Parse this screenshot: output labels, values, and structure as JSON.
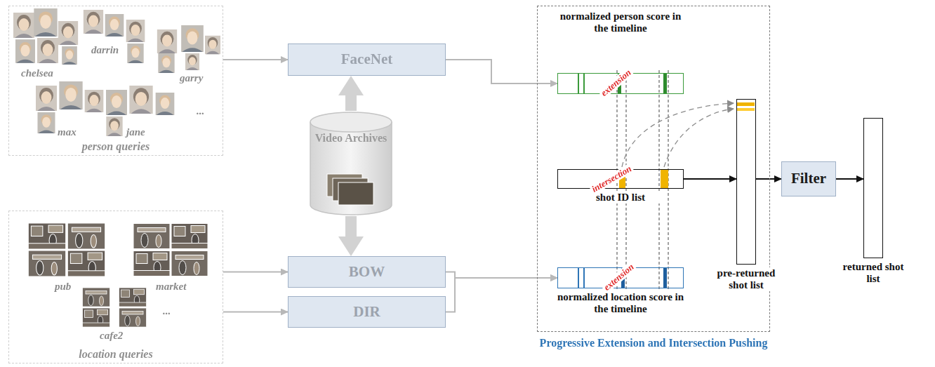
{
  "diagram": {
    "nodes": [
      {
        "text": [
          "person queries"
        ]
      },
      {
        "text": [
          "location queries"
        ]
      },
      {
        "text": [
          "FaceNet"
        ]
      },
      {
        "text": [
          "Video Archives"
        ]
      },
      {
        "text": [
          "BOW"
        ]
      },
      {
        "text": [
          "DIR"
        ]
      },
      {
        "text": [
          "Progressive Extension and Intersection Pushing"
        ]
      },
      {
        "text": [
          "normalized person score in the timeline"
        ],
        "in": 6
      },
      {
        "text": [
          "shot ID list"
        ],
        "in": 6
      },
      {
        "text": [
          "normalized location score in the timeline"
        ],
        "in": 6
      },
      {
        "text": [
          "pre-returned shot list"
        ],
        "in": 6
      },
      {
        "text": [
          "Filter"
        ]
      },
      {
        "text": [
          "returned shot list"
        ]
      }
    ],
    "edges": [
      {
        "from": 0,
        "to": 2,
        "arrow": "to"
      },
      {
        "from": 1,
        "to": 4,
        "arrow": "to"
      },
      {
        "from": 1,
        "to": 5,
        "arrow": "to"
      },
      {
        "from": 3,
        "to": 2,
        "arrow": "to"
      },
      {
        "from": 3,
        "to": 4,
        "arrow": "to"
      },
      {
        "from": 2,
        "to": 7,
        "arrow": "to"
      },
      {
        "from": 4,
        "to": 9,
        "arrow": "to"
      },
      {
        "from": 5,
        "to": 9,
        "arrow": "to"
      },
      {
        "from": 8,
        "to": 10,
        "arrow": "to"
      },
      {
        "from": 10,
        "to": 11,
        "arrow": "to"
      },
      {
        "from": 11,
        "to": 12,
        "arrow": "to"
      }
    ],
    "labels": [
      "chelsea",
      "darrin",
      "garry",
      "max",
      "jane",
      "...",
      "pub",
      "market",
      "cafe2",
      "...",
      "extension",
      "intersection",
      "extension"
    ]
  }
}
